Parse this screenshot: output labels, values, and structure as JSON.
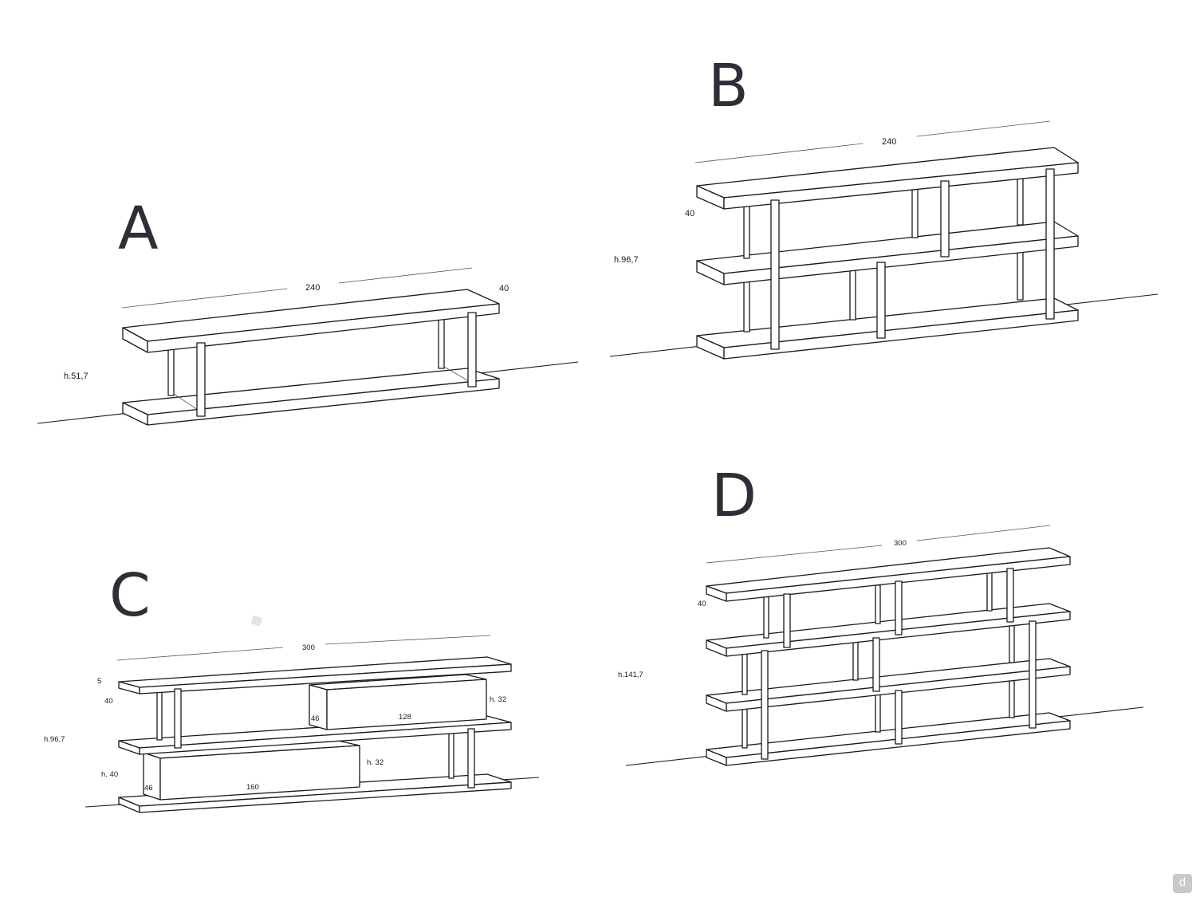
{
  "variants": [
    {
      "letter": "A",
      "width_label": "240",
      "depth_label": "40",
      "height_label": "h.51,7"
    },
    {
      "letter": "B",
      "width_label": "240",
      "depth_label": "40",
      "height_label": "h.96,7"
    },
    {
      "letter": "C",
      "width_label": "300",
      "thickness_label": "5",
      "depth_label": "40",
      "height_label": "h.96,7",
      "upper_box": {
        "width_label": "128",
        "depth_label": "46",
        "height_label": "h. 32"
      },
      "lower_box": {
        "width_label": "160",
        "depth_label": "46",
        "height_label": "h. 32",
        "base_height_label": "h. 40"
      }
    },
    {
      "letter": "D",
      "width_label": "300",
      "depth_label": "40",
      "height_label": "h.141,7"
    }
  ],
  "watermark": {
    "icon": "d-logo-icon",
    "glyph": "d"
  }
}
